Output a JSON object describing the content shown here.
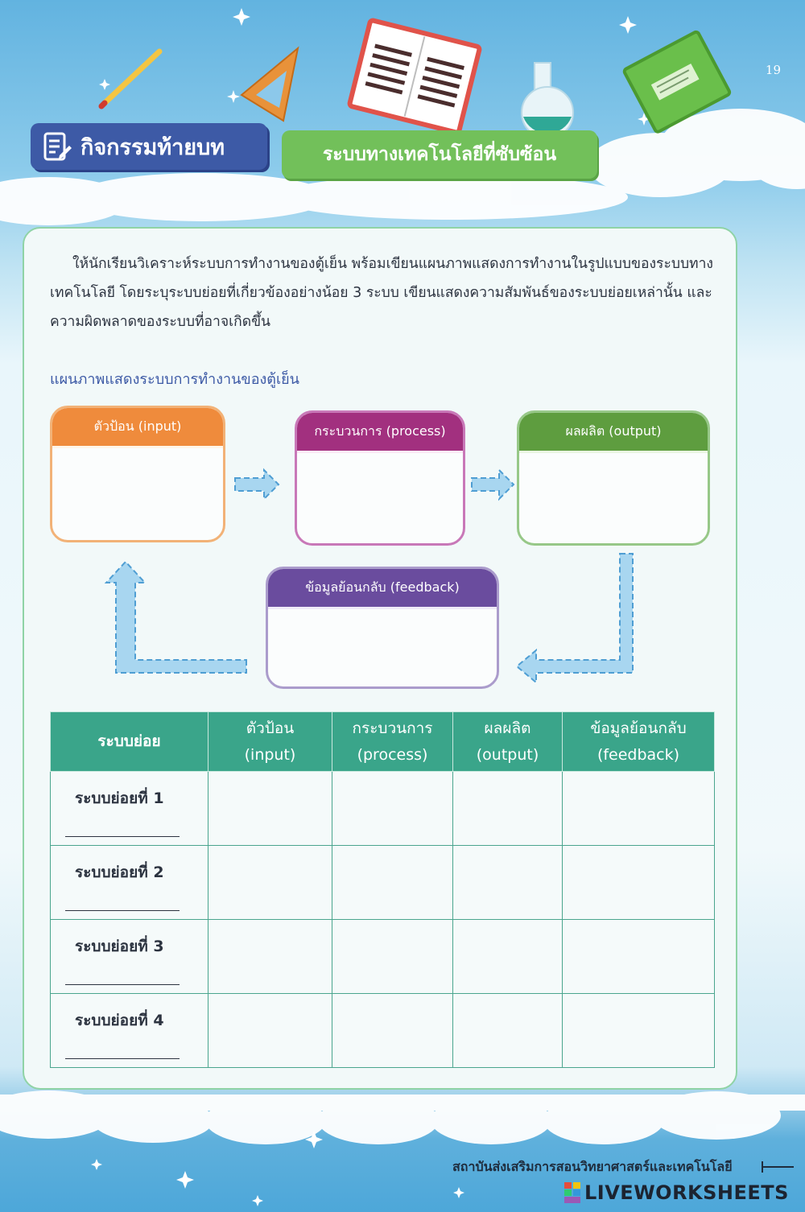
{
  "page": {
    "number": "19"
  },
  "header": {
    "title": "กิจกรรมท้ายบท",
    "subtitle": "ระบบทางเทคโนโลยีที่ซับซ้อน"
  },
  "instructions": {
    "text": "ให้นักเรียนวิเคราะห์ระบบการทำงานของตู้เย็น พร้อมเขียนแผนภาพแสดงการทำงานในรูปแบบของระบบทางเทคโนโลยี โดยระบุระบบย่อยที่เกี่ยวข้องอย่างน้อย 3 ระบบ เขียนแสดงความสัมพันธ์ของระบบย่อยเหล่านั้น และความผิดพลาดของระบบที่อาจเกิดขึ้น"
  },
  "diagram": {
    "title": "แผนภาพแสดงระบบการทำงานของตู้เย็น",
    "input_label": "ตัวป้อน (input)",
    "process_label": "กระบวนการ (process)",
    "output_label": "ผลผลิต (output)",
    "feedback_label": "ข้อมูลย้อนกลับ (feedback)"
  },
  "table": {
    "headers": {
      "subsystem": "ระบบย่อย",
      "input_th": "ตัวป้อน",
      "input_en": "(input)",
      "process_th": "กระบวนการ",
      "process_en": "(process)",
      "output_th": "ผลผลิต",
      "output_en": "(output)",
      "feedback_th": "ข้อมูลย้อนกลับ",
      "feedback_en": "(feedback)"
    },
    "rows": [
      "ระบบย่อยที่ 1",
      "ระบบย่อยที่ 2",
      "ระบบย่อยที่ 3",
      "ระบบย่อยที่ 4"
    ]
  },
  "footer": {
    "institute": "สถาบันส่งเสริมการสอนวิทยาศาสตร์และเทคโนโลยี",
    "watermark": "LIVEWORKSHEETS"
  },
  "colors": {
    "header_blue": "#3d5aa6",
    "subtitle_green": "#72c05a",
    "input_orange": "#ef8b3c",
    "process_magenta": "#a2307f",
    "output_green": "#5e9d3f",
    "feedback_purple": "#6a4c9e",
    "table_teal": "#3aa58a"
  }
}
